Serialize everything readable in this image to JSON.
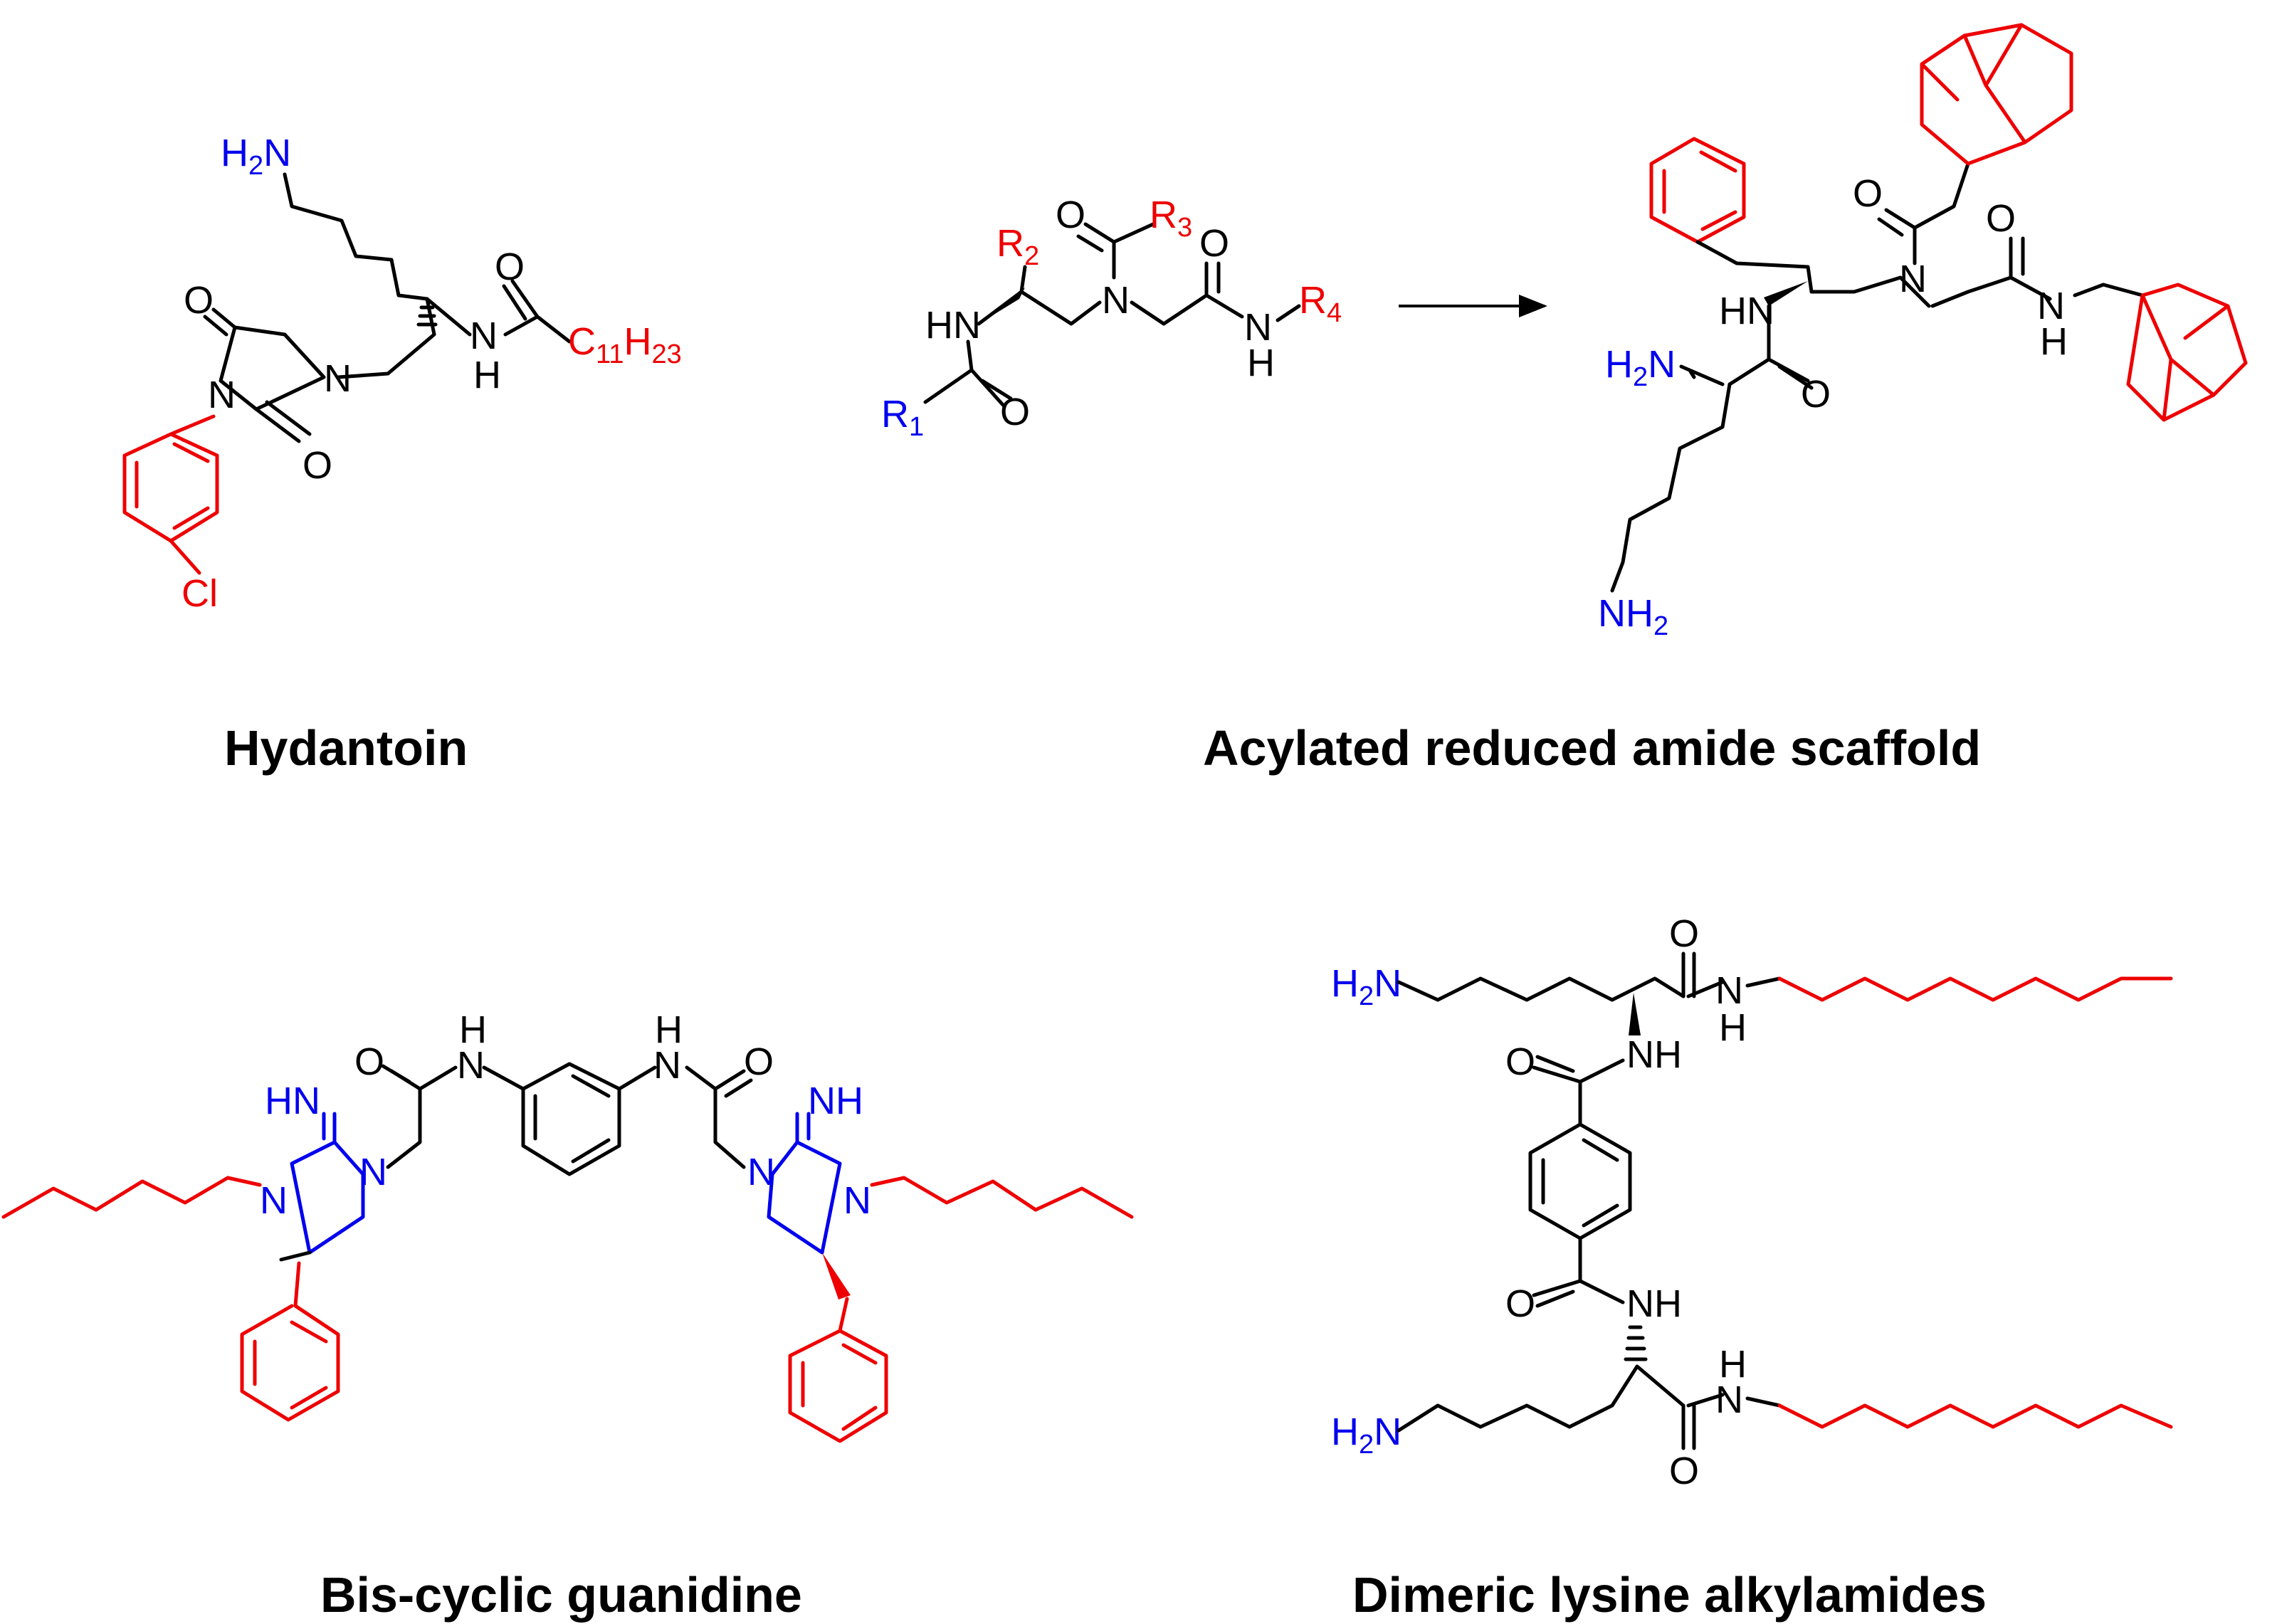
{
  "colors": {
    "bond": "#000000",
    "variable_group": "#ee0000",
    "amine_group": "#0000ee"
  },
  "captions": {
    "hydantoin": "Hydantoin",
    "scaffold": "Acylated reduced amide scaffold",
    "guanidine": "Bis-cyclic guanidine",
    "dimeric": "Dimeric lysine alkylamides"
  },
  "hydantoin": {
    "h2n": {
      "main": "H",
      "sub": "2",
      "tail": "N"
    },
    "o_top": "O",
    "o_amide": "O",
    "o_bottom": "O",
    "n_ring_left": "N",
    "n_ring_right": "N",
    "nh": {
      "n": "N",
      "h": "H"
    },
    "chain": {
      "c": "C",
      "sub1": "11",
      "h": "H",
      "sub2": "23"
    },
    "cl": "Cl"
  },
  "scaffold": {
    "r1": {
      "main": "R",
      "sub": "1"
    },
    "r2": {
      "main": "R",
      "sub": "2"
    },
    "r3": {
      "main": "R",
      "sub": "3"
    },
    "r4": {
      "main": "R",
      "sub": "4"
    },
    "hn": "HN",
    "n": "N",
    "o_left": "O",
    "o_acyl": "O",
    "o_right": "O",
    "nh": {
      "n": "N",
      "h": "H"
    }
  },
  "adamantyl": {
    "hn": "HN",
    "n": "N",
    "h2n": {
      "main": "H",
      "sub": "2",
      "tail": "N"
    },
    "o_lys": "O",
    "o_acyl": "O",
    "o_amide": "O",
    "nh": {
      "n": "N",
      "h": "H"
    },
    "nh2": {
      "main": "NH",
      "sub": "2"
    }
  },
  "guanidine": {
    "hn_left": "HN",
    "nh_right": "NH",
    "n_left_1": "N",
    "n_left_2": "N",
    "n_right_1": "N",
    "n_right_2": "N",
    "o_left": "O",
    "o_right": "O",
    "nh_left": {
      "n": "N",
      "h": "H"
    },
    "nh_right_amide": {
      "n": "N",
      "h": "H"
    }
  },
  "dimeric": {
    "h2n_top": {
      "main": "H",
      "sub": "2",
      "tail": "N"
    },
    "h2n_bottom": {
      "main": "H",
      "sub": "2",
      "tail": "N"
    },
    "o_top": "O",
    "o_bottom": "O",
    "o_benz_top": "O",
    "o_benz_bottom": "O",
    "nh_top": "NH",
    "nh_bottom": "NH",
    "nh_amide_top": {
      "n": "N",
      "h": "H"
    },
    "nh_amide_bottom": {
      "n": "N",
      "h": "H"
    }
  }
}
